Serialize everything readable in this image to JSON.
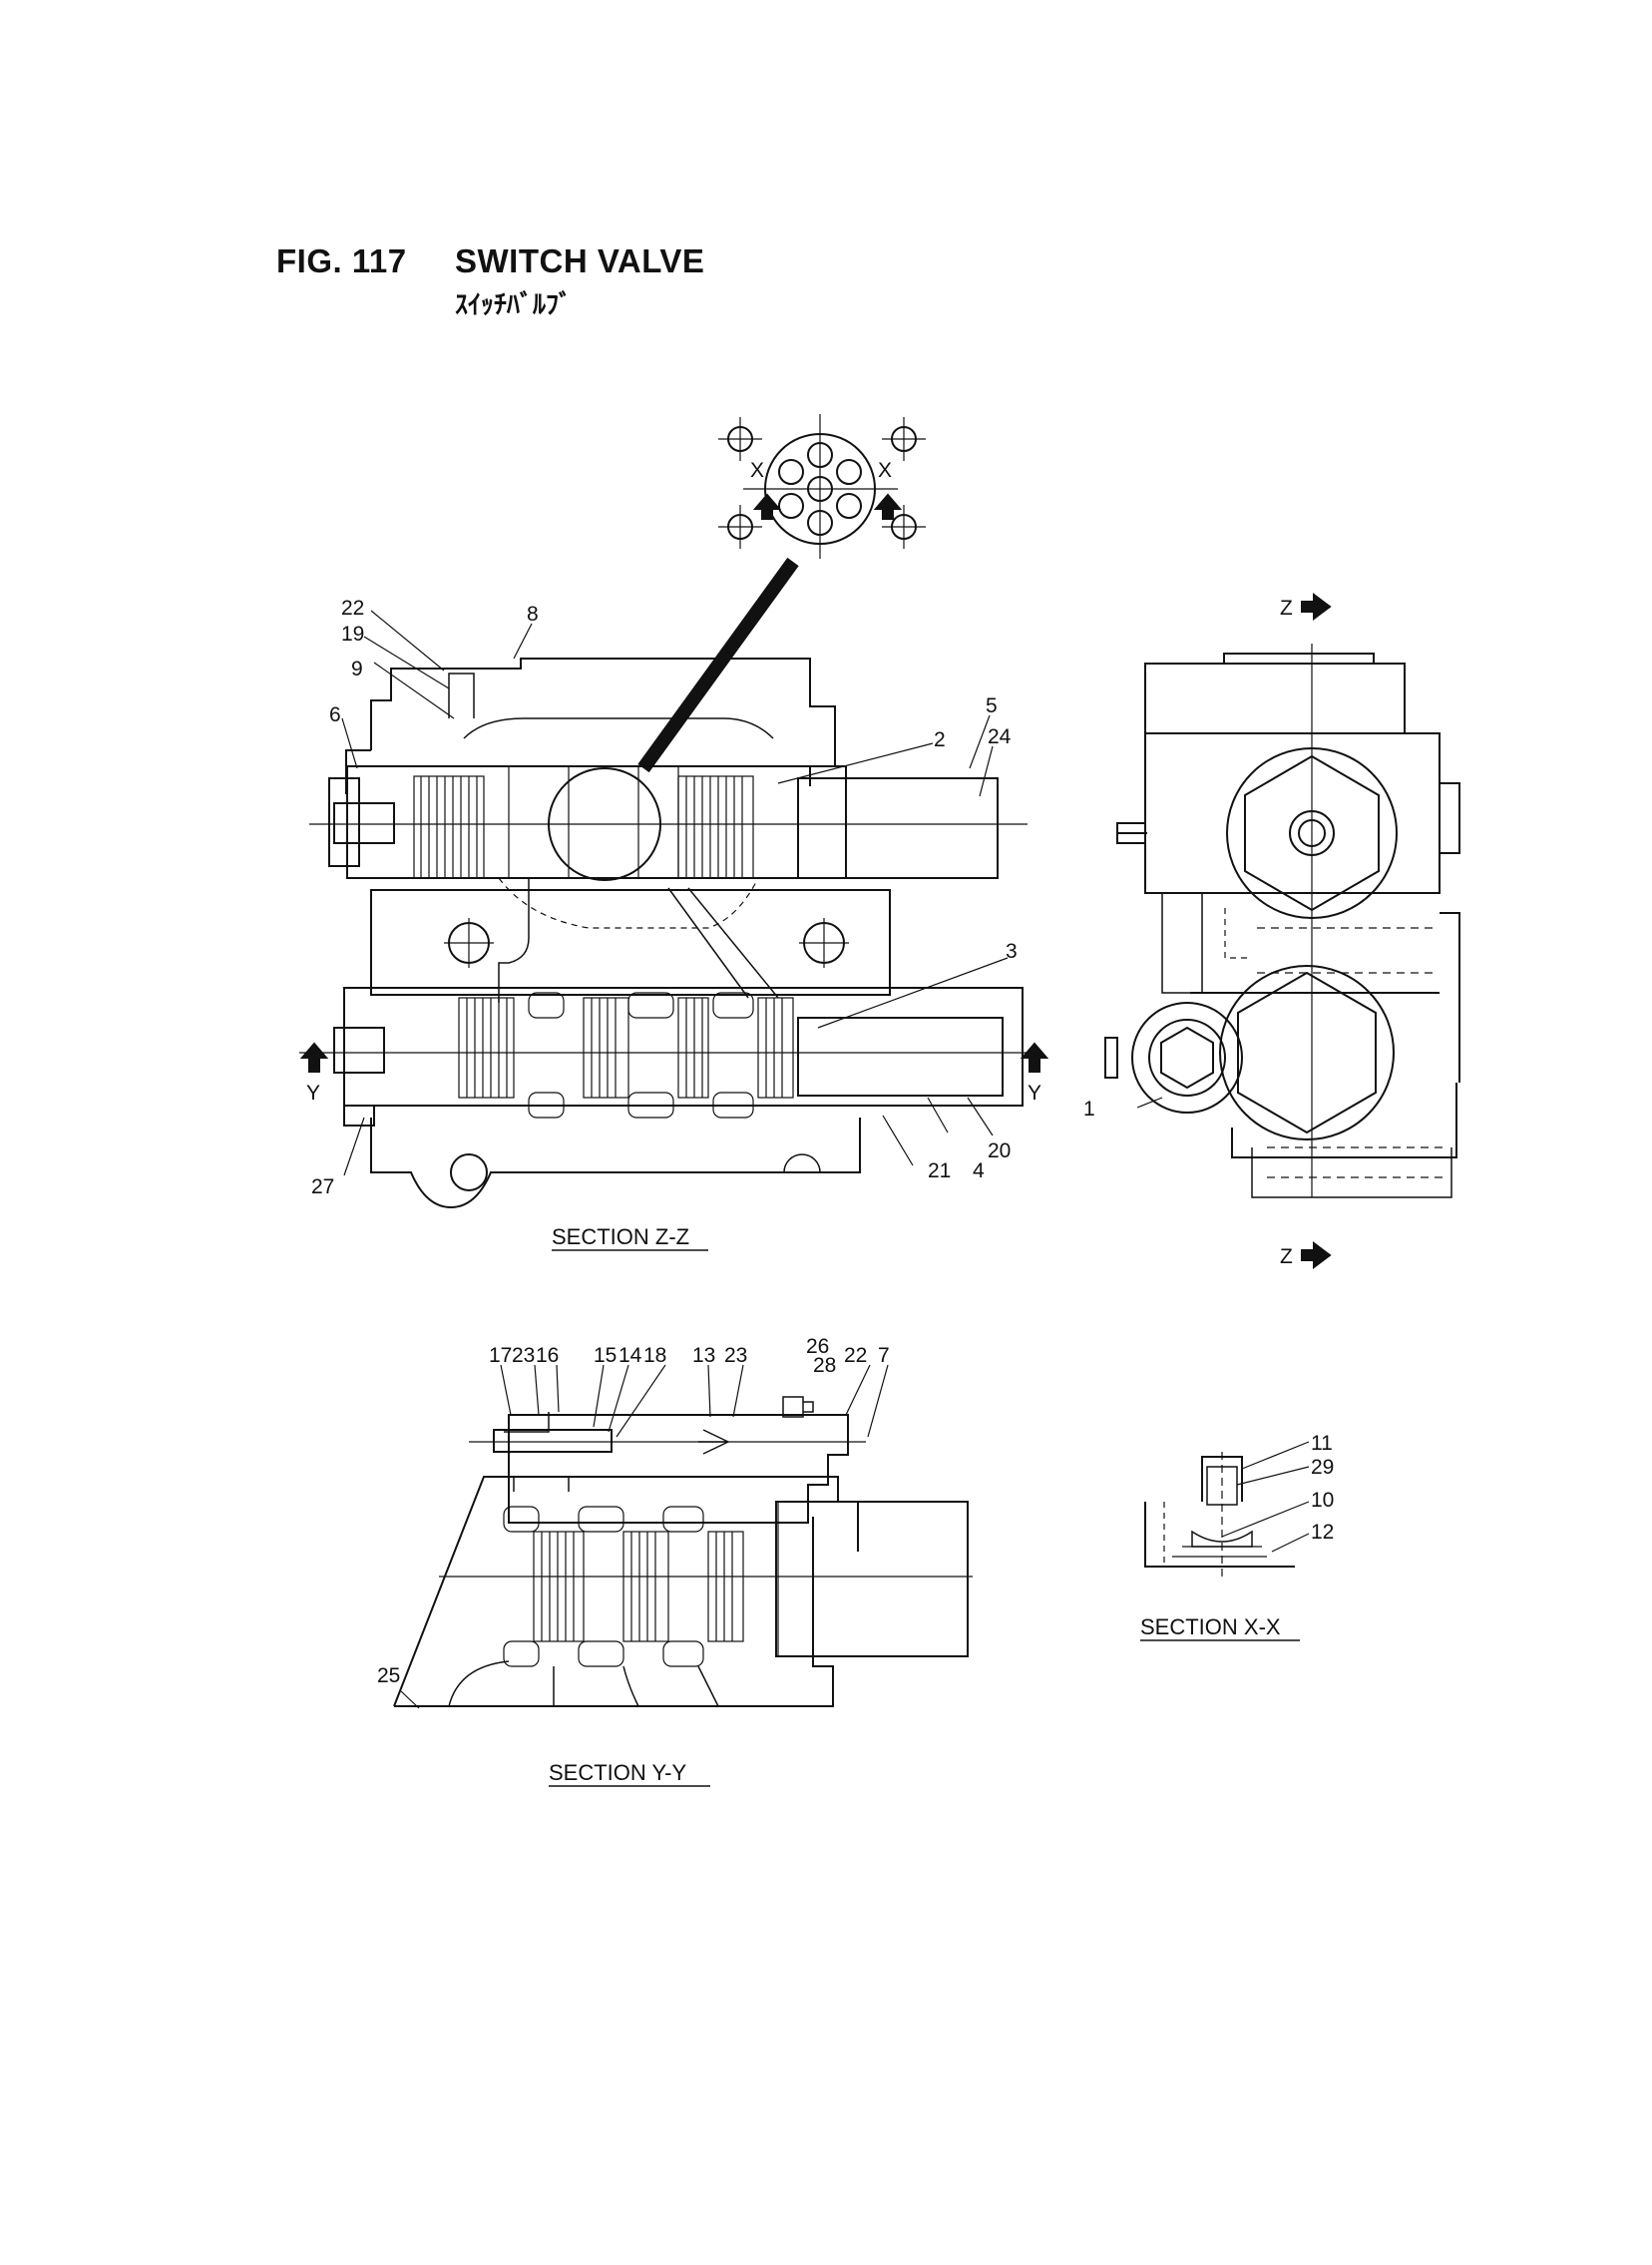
{
  "figure": {
    "number": "FIG. 117",
    "title": "SWITCH VALVE",
    "subtitle": "ｽｲｯﾁﾊﾞﾙﾌﾞ"
  },
  "sections": {
    "z": {
      "caption": "SECTION Z-Z"
    },
    "y": {
      "caption": "SECTION Y-Y"
    },
    "x": {
      "caption": "SECTION X-X"
    }
  },
  "markers": {
    "x": "X",
    "y": "Y",
    "z": "Z"
  },
  "callouts": {
    "main": [
      "1",
      "2",
      "3",
      "4",
      "5",
      "6",
      "8",
      "9",
      "19",
      "20",
      "21",
      "22",
      "24",
      "27"
    ],
    "y_section": [
      "17",
      "23",
      "16",
      "15",
      "14",
      "18",
      "13",
      "23",
      "26",
      "28",
      "22",
      "7",
      "25"
    ],
    "x_section": [
      "11",
      "29",
      "10",
      "12"
    ]
  },
  "colors": {
    "ink": "#111111",
    "paper": "#ffffff"
  }
}
